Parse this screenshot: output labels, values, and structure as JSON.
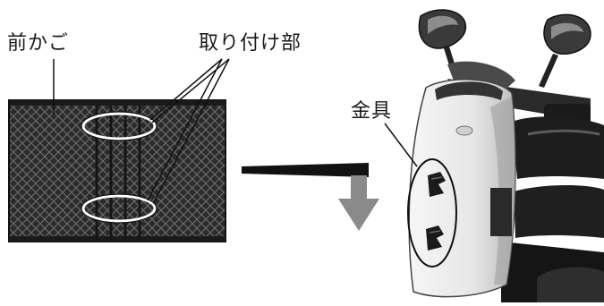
{
  "labels": {
    "front_basket": "前かご",
    "mounting_part": "取り付け部",
    "bracket": "金具"
  },
  "colors": {
    "basket": "#2b2b2b",
    "mesh": "#5a5a5a",
    "arrow": "#8a8a8a",
    "scooter_body": "#eeeeee",
    "scooter_dark": "#222222",
    "leader_line": "#111111"
  },
  "icons": [
    "basket-illustration",
    "scooter-illustration",
    "arrow-right-icon",
    "arrow-down-icon"
  ]
}
